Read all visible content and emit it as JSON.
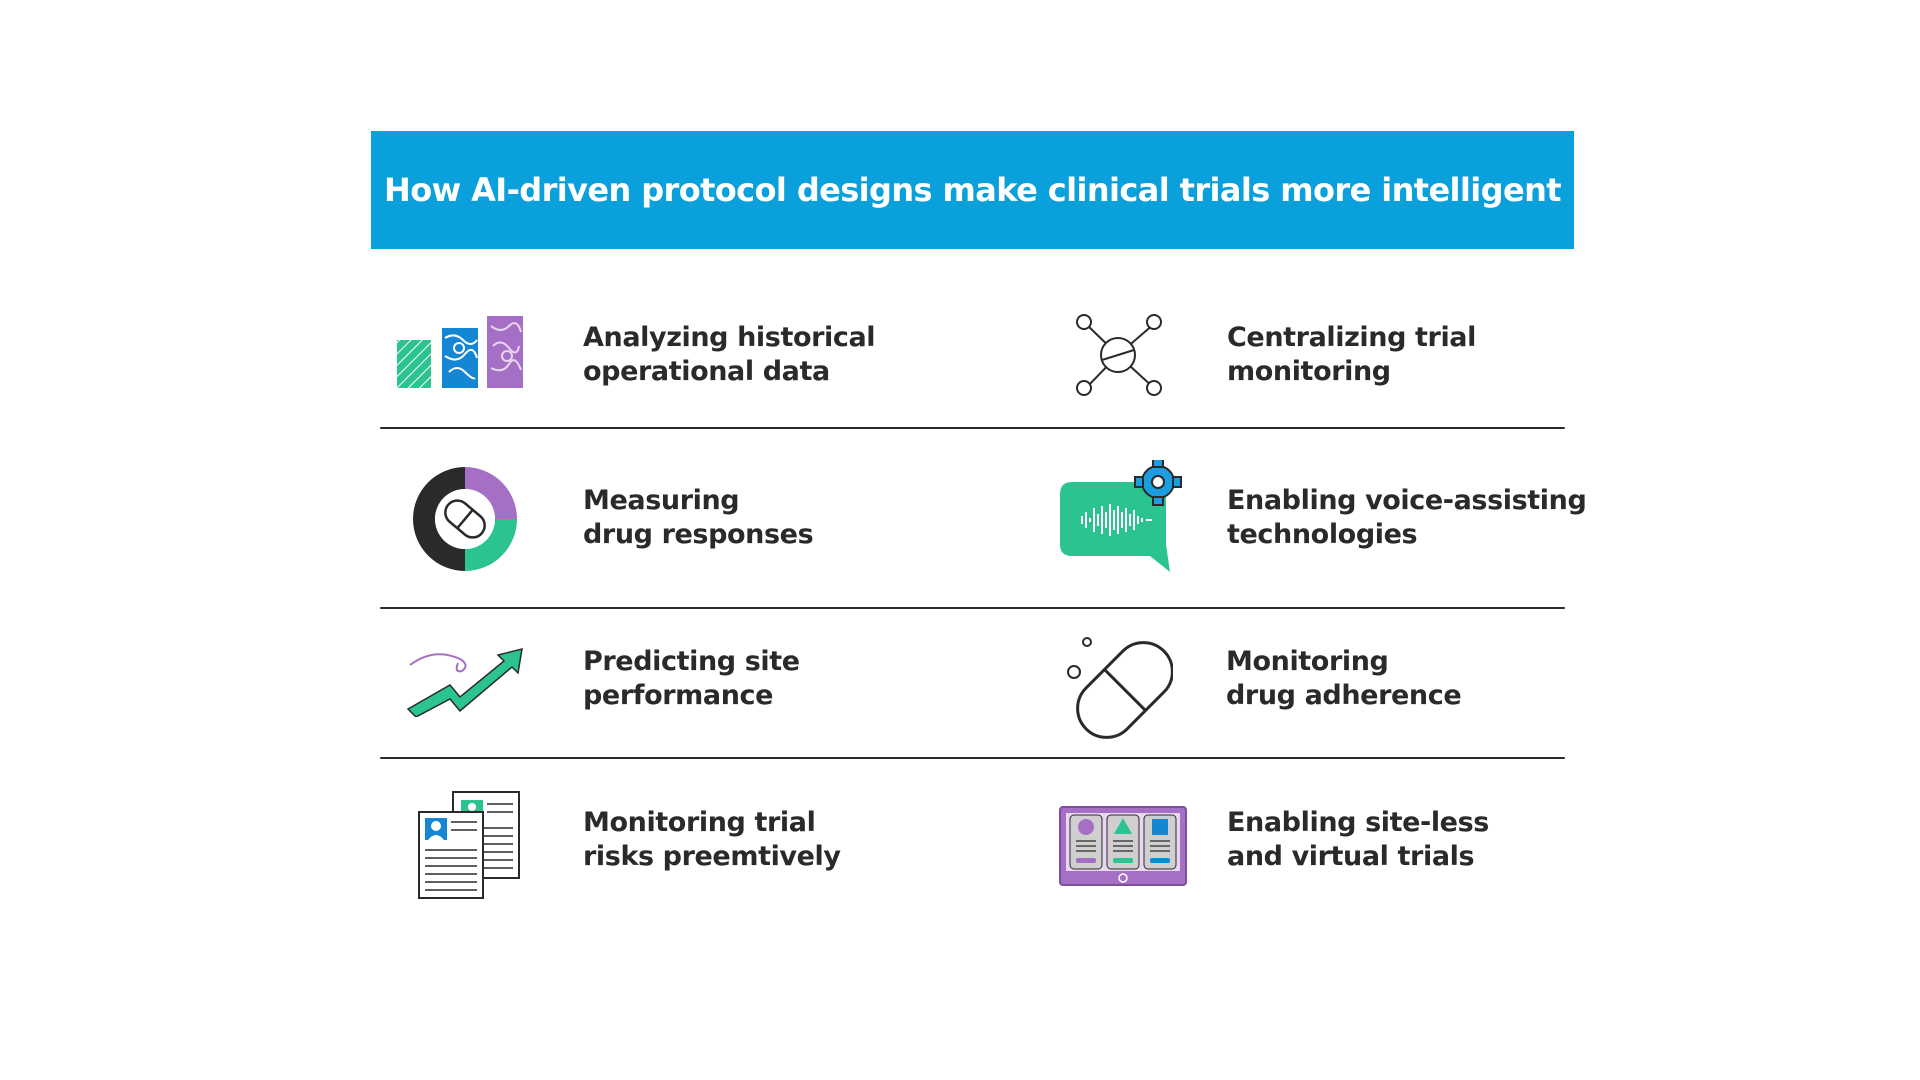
{
  "title": "How AI-driven protocol designs make clinical trials more intelligent",
  "colors": {
    "banner": "#0aa0dc",
    "green": "#2bc48f",
    "purple": "#a46fc4",
    "blue": "#1586d3",
    "dark": "#2a2a2a"
  },
  "items": [
    {
      "line1": "Analyzing historical",
      "line2": "operational data",
      "icon": "bar-chart-icon"
    },
    {
      "line1": "Centralizing trial",
      "line2": "monitoring",
      "icon": "network-pill-icon"
    },
    {
      "line1": "Measuring",
      "line2": "drug responses",
      "icon": "donut-pill-icon"
    },
    {
      "line1": "Enabling voice-assisting",
      "line2": "technologies",
      "icon": "voice-chat-gear-icon"
    },
    {
      "line1": "Predicting site",
      "line2": "performance",
      "icon": "trend-arrow-icon"
    },
    {
      "line1": "Monitoring",
      "line2": "drug adherence",
      "icon": "capsule-icon"
    },
    {
      "line1": "Monitoring trial",
      "line2": "risks preemtively",
      "icon": "documents-icon"
    },
    {
      "line1": "Enabling site-less",
      "line2": "and virtual trials",
      "icon": "tablet-app-icon"
    }
  ]
}
